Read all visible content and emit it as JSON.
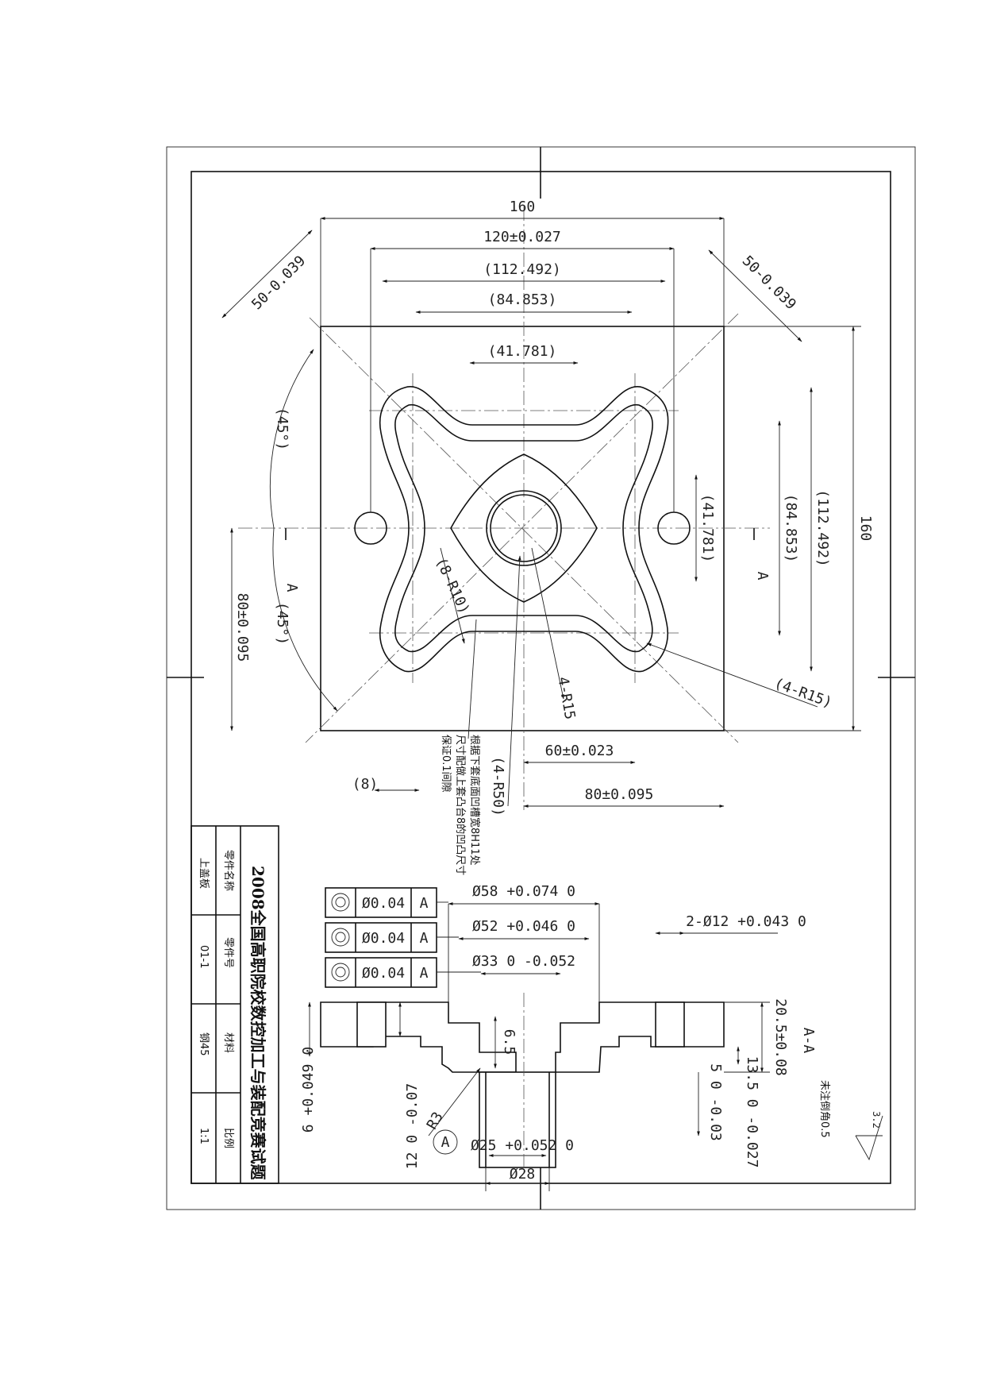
{
  "title_block": {
    "title": "2008全国高职院校数控加工与装配竞赛试题",
    "labels": [
      "零件名称",
      "零件号",
      "材料",
      "比例"
    ],
    "values": [
      "上盖板",
      "01-1",
      "钢45",
      "1:1"
    ]
  },
  "plan_view": {
    "dims": {
      "d160_top": "160",
      "d120": "120±0.027",
      "d112_top": "(112.492)",
      "d84_top": "(84.853)",
      "d41_top": "(41.781)",
      "d50_left": "50-0.039",
      "d50_right": "50-0.039",
      "d45_upper": "(45°)",
      "d45_lower": "(45°)",
      "d80_left": "80±0.095",
      "section_a_left": "A",
      "section_a_right": "A",
      "d41_right": "(41.781)",
      "d84_right": "(84.853)",
      "d112_right": "(112.492)",
      "d160_right": "160",
      "r10": "(8-R10)",
      "r15_mid": "4-R15",
      "r15_right": "(4-R15)",
      "r50": "(4-R50)",
      "d60": "60±0.023",
      "d80_bottom": "80±0.095",
      "d8": "(8)"
    },
    "note_lines": [
      "根据下套底面凹槽宽8H11处",
      "尺寸配做上套凸台8的凹凸尺寸",
      "保证0.1间隙"
    ]
  },
  "section_view": {
    "gdt": [
      {
        "symbol": "concentricity",
        "tol": "Ø0.04",
        "datum": "A"
      },
      {
        "symbol": "concentricity",
        "tol": "Ø0.04",
        "datum": "A"
      },
      {
        "symbol": "concentricity",
        "tol": "Ø0.04",
        "datum": "A"
      }
    ],
    "dims": {
      "d58": "Ø58 +0.074 0",
      "d52": "Ø52 +0.046 0",
      "d33": "Ø33 0 -0.052",
      "holes": "2-Ø12 +0.043 0",
      "h6": "6 +0.049 0",
      "h12": "12 0 -0.07",
      "h6_5": "6.5",
      "r3": "R3",
      "datum_a": "A",
      "d25": "Ø25 +0.052 0",
      "d28": "Ø28",
      "h20": "20.5±0.08",
      "h5": "5 0 -0.03",
      "h13": "13.5 0 -0.027",
      "section_label": "A-A",
      "chamfer_note": "未注倒角0.5",
      "roughness": "3.2"
    }
  }
}
